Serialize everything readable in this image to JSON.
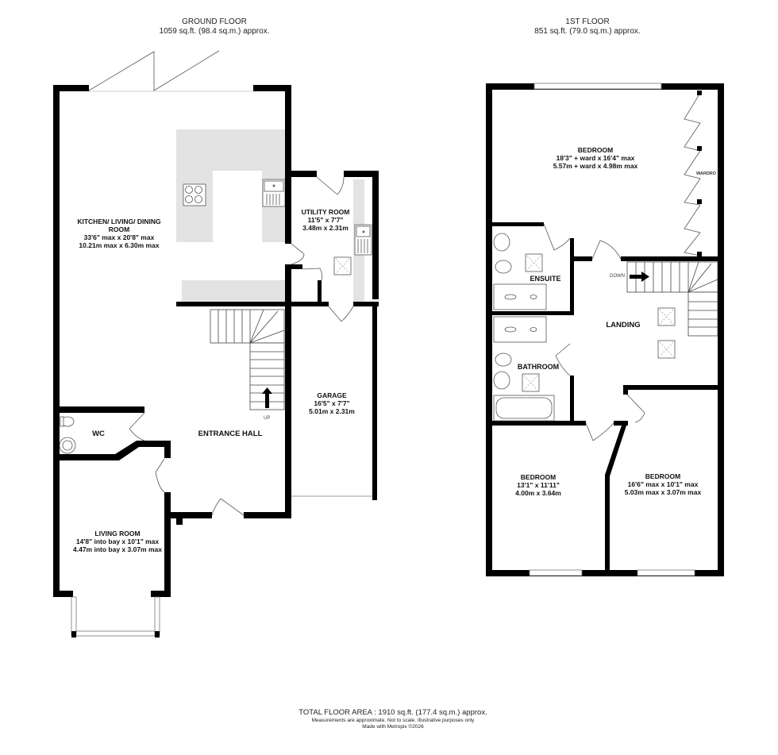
{
  "ground_floor": {
    "title": "GROUND FLOOR",
    "area": "1059 sq.ft. (98.4 sq.m.) approx.",
    "rooms": {
      "kitchen": {
        "name_line1": "KITCHEN/ LIVING/ DINING",
        "name_line2": "ROOM",
        "imperial": "33'6\" max x 20'8\" max",
        "metric": "10.21m max x 6.30m max"
      },
      "utility": {
        "name": "UTILITY ROOM",
        "imperial": "11'5\"  x 7'7\"",
        "metric": "3.48m  x 2.31m"
      },
      "garage": {
        "name": "GARAGE",
        "imperial": "16'5\"  x 7'7\"",
        "metric": "5.01m  x 2.31m"
      },
      "entrance_hall": {
        "name": "ENTRANCE HALL"
      },
      "wc": {
        "name": "WC"
      },
      "living": {
        "name": "LIVING ROOM",
        "imperial": "14'8\" into bay  x 10'1\" max",
        "metric": "4.47m into bay  x 3.07m max"
      }
    },
    "stairs_label": "UP"
  },
  "first_floor": {
    "title": "1ST FLOOR",
    "area": "851 sq.ft. (79.0 sq.m.) approx.",
    "rooms": {
      "bedroom1": {
        "name": "BEDROOM",
        "imperial": "18'3\" + ward x 16'4\" max",
        "metric": "5.57m + ward x 4.98m max"
      },
      "ensuite": {
        "name": "ENSUITE"
      },
      "bathroom": {
        "name": "BATHROOM"
      },
      "landing": {
        "name": "LANDING"
      },
      "bedroom2": {
        "name": "BEDROOM",
        "imperial": "13'1\"  x 11'11\"",
        "metric": "4.00m  x 3.64m"
      },
      "bedroom3": {
        "name": "BEDROOM",
        "imperial": "16'6\" max x 10'1\" max",
        "metric": "5.03m max x 3.07m max"
      }
    },
    "wardrobe_label": "WARDRO",
    "stairs_label": "DOWN"
  },
  "footer": {
    "total_area": "TOTAL FLOOR AREA : 1910 sq.ft. (177.4 sq.m.) approx.",
    "disclaimer": "Measurements are approximate.  Not to scale.  Illustrative purposes only",
    "credit": "Made with Metropix ©2026"
  },
  "colors": {
    "wall": "#000000",
    "counter": "#e3e3e3",
    "background": "#ffffff"
  }
}
